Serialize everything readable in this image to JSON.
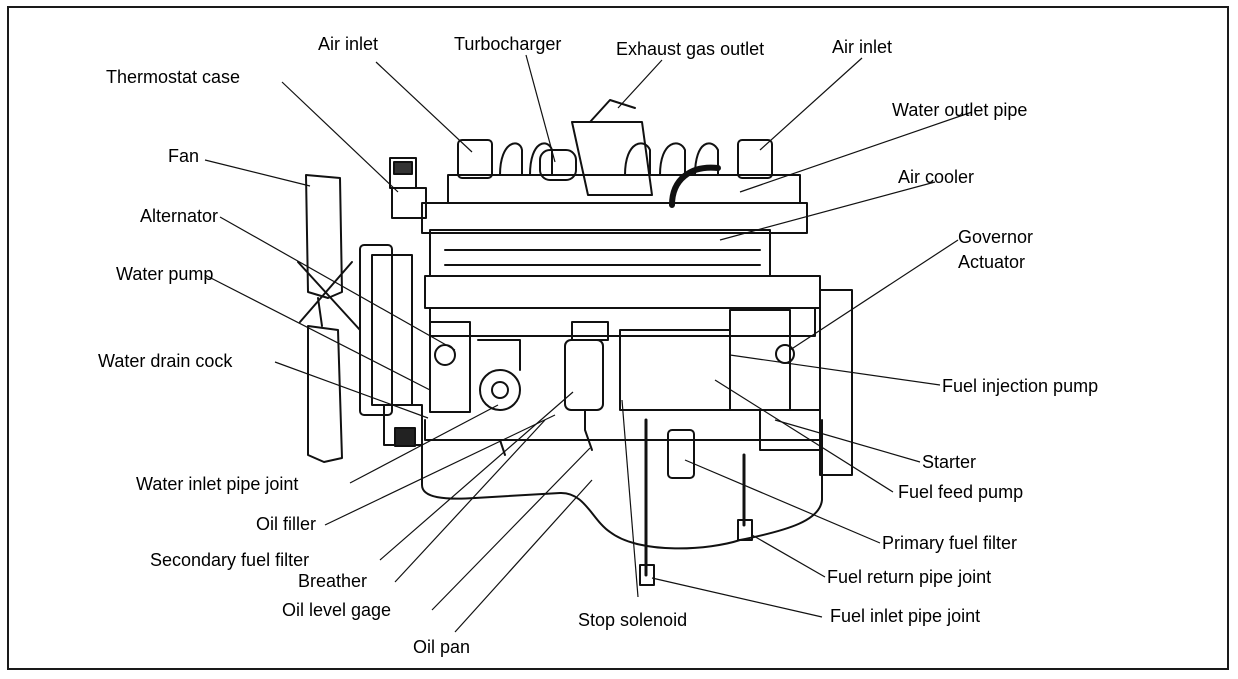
{
  "labels": {
    "air_inlet_left": "Air inlet",
    "turbocharger": "Turbocharger",
    "exhaust_gas_outlet": "Exhaust gas outlet",
    "air_inlet_right": "Air inlet",
    "thermostat_case": "Thermostat case",
    "water_outlet_pipe": "Water outlet pipe",
    "fan": "Fan",
    "air_cooler": "Air cooler",
    "alternator": "Alternator",
    "governor_actuator_line1": "Governor",
    "governor_actuator_line2": "Actuator",
    "water_pump": "Water pump",
    "water_drain_cock": "Water drain cock",
    "fuel_injection_pump": "Fuel injection pump",
    "starter": "Starter",
    "water_inlet_pipe_joint": "Water inlet pipe joint",
    "fuel_feed_pump": "Fuel feed pump",
    "oil_filler": "Oil filler",
    "primary_fuel_filter": "Primary fuel filter",
    "secondary_fuel_filter": "Secondary fuel filter",
    "breather": "Breather",
    "fuel_return_pipe_joint": "Fuel return pipe joint",
    "oil_level_gage": "Oil level gage",
    "stop_solenoid": "Stop solenoid",
    "fuel_inlet_pipe_joint": "Fuel inlet pipe joint",
    "oil_pan": "Oil pan"
  }
}
